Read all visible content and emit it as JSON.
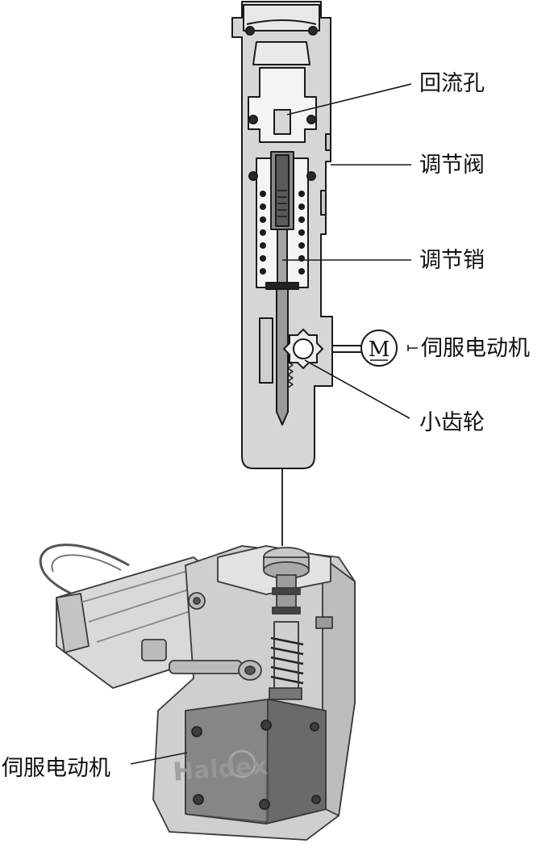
{
  "labels": {
    "return_hole": "回流孔",
    "regulating_valve": "调节阀",
    "regulating_pin": "调节销",
    "servo_motor_symbol": "M",
    "servo_motor_top": "伺服电动机",
    "pinion": "小齿轮",
    "servo_motor_bottom": "伺服电动机",
    "brand": "Haldex"
  },
  "colors": {
    "metal": "#d4d4d4",
    "cavity": "#f3f3f3",
    "line": "#1a1a1a",
    "dark_metal": "#7e7e7e"
  }
}
